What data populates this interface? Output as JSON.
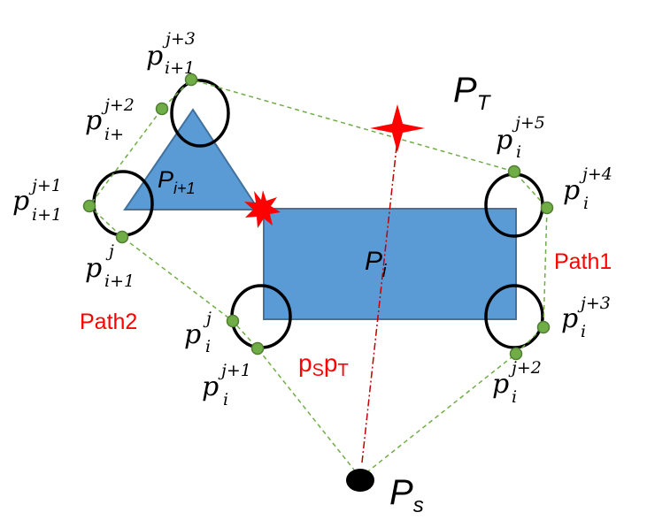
{
  "colors": {
    "shape_fill": "#5b9bd5",
    "shape_stroke": "#41719c",
    "circle_stroke": "#000000",
    "waypoint_fill": "#70ad47",
    "waypoint_stroke": "#507e32",
    "dashed_path": "#70ad47",
    "direct_line": "#c00000",
    "collision_marker": "#ff0000",
    "label_red": "#ff0000"
  },
  "labels": {
    "target": {
      "base": "P",
      "sub": "T"
    },
    "source": {
      "base": "P",
      "sub": "s"
    },
    "rect": {
      "base": "P",
      "sub": "i"
    },
    "triangle": {
      "base": "P",
      "sub": "i+1"
    },
    "path1": "Path1",
    "path2": "Path2",
    "direct": {
      "a": "p",
      "a_sub": "S",
      "b": "p",
      "b_sub": "T"
    }
  },
  "waypoints": {
    "tri_top": {
      "base": "p",
      "sup": "j+3",
      "sub": "i+1"
    },
    "tri_upper_left": {
      "base": "p",
      "sup": "j+2",
      "sub": "i+"
    },
    "tri_left": {
      "base": "p",
      "sup": "j+1",
      "sub": "i+1"
    },
    "tri_bottom": {
      "base": "p",
      "sup": "j",
      "sub": "i+1"
    },
    "rect_top_right_upper": {
      "base": "p",
      "sup": "j+5",
      "sub": "i"
    },
    "rect_top_right_lower": {
      "base": "p",
      "sup": "j+4",
      "sub": "i"
    },
    "rect_bottom_right_upper": {
      "base": "p",
      "sup": "j+3",
      "sub": "i"
    },
    "rect_bottom_right_lower": {
      "base": "p",
      "sup": "j+2",
      "sub": "i"
    },
    "rect_bottom_left_upper": {
      "base": "p",
      "sup": "j",
      "sub": "i"
    },
    "rect_bottom_left_lower": {
      "base": "p",
      "sup": "j+1",
      "sub": "i"
    }
  }
}
